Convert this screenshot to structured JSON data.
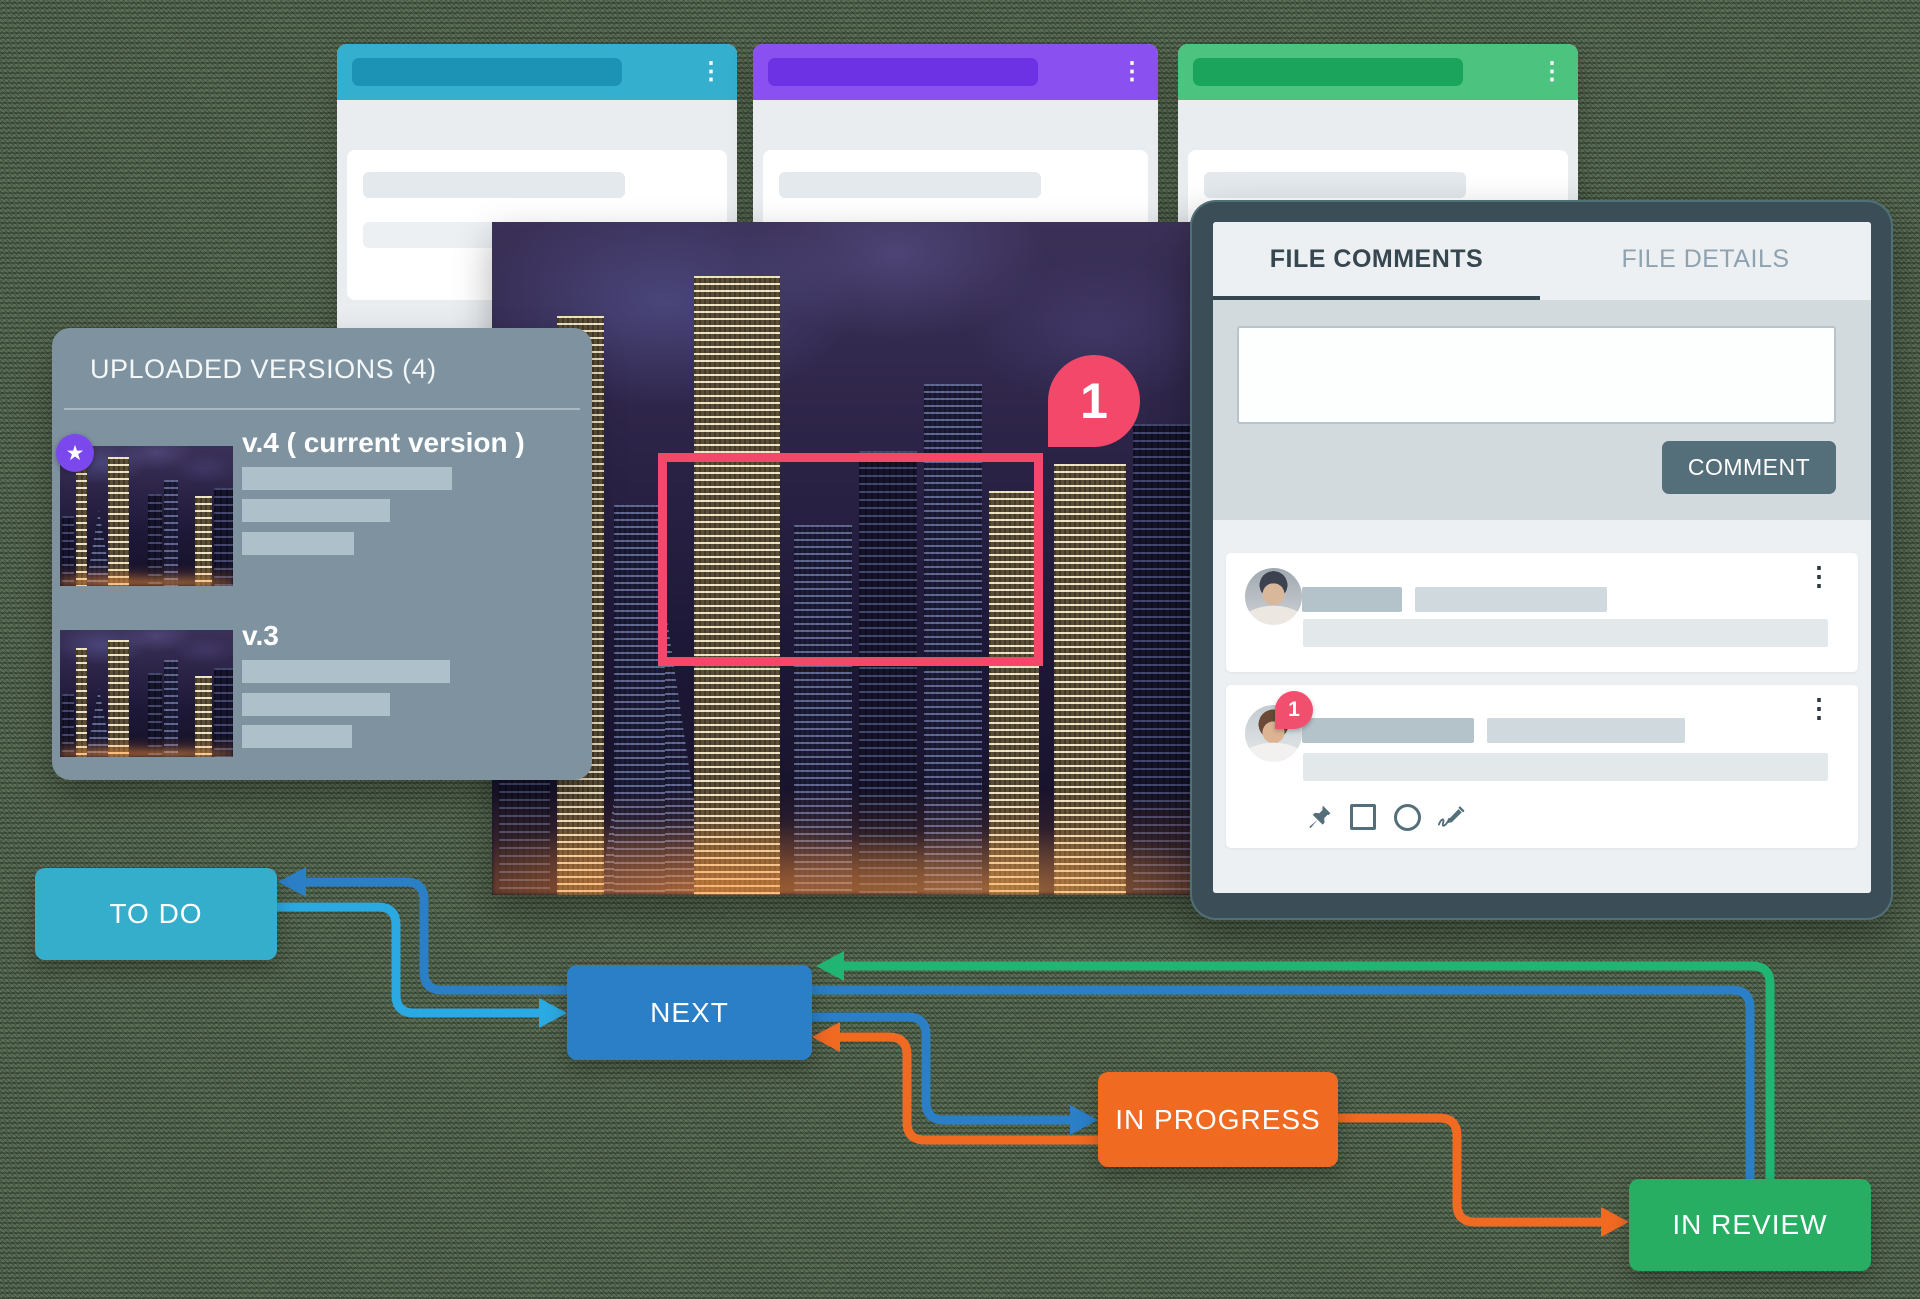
{
  "background_color": "#5e7159",
  "board": {
    "columns": [
      {
        "id": "column-1",
        "header_color": "#35AFCE",
        "title_bar_color": "#1C93B4"
      },
      {
        "id": "column-2",
        "header_color": "#8A50F0",
        "title_bar_color": "#6C32E4"
      },
      {
        "id": "column-3",
        "header_color": "#4CC480",
        "title_bar_color": "#1AA45C"
      }
    ]
  },
  "versions_panel": {
    "title": "UPLOADED VERSIONS (4)",
    "panel_color": "#7E939F",
    "items": [
      {
        "label": "v.4 ( current version )",
        "starred": true
      },
      {
        "label": "v.3",
        "starred": false
      }
    ]
  },
  "annotation": {
    "badge_count": "1",
    "box_color": "#F4486A"
  },
  "comments_panel": {
    "frame_color": "#3B4E57",
    "tabs": [
      {
        "label": "FILE COMMENTS",
        "active": true
      },
      {
        "label": "FILE DETAILS",
        "active": false
      }
    ],
    "comment_button_label": "COMMENT",
    "button_color": "#546E7A",
    "comments": [
      {
        "badge": ""
      },
      {
        "badge": "1"
      }
    ]
  },
  "workflow": {
    "nodes": [
      {
        "label": "TO DO",
        "color": "#35AECB"
      },
      {
        "label": "NEXT",
        "color": "#2B7FC7"
      },
      {
        "label": "IN PROGRESS",
        "color": "#F16A22"
      },
      {
        "label": "IN REVIEW",
        "color": "#27AE62"
      }
    ],
    "arrow_colors": {
      "dark_blue": "#2B7FC7",
      "light_blue": "#2BA9E2",
      "orange": "#F16A22",
      "green": "#21B573"
    }
  },
  "icons": {
    "kebab_menu": "⋮",
    "star": "★"
  }
}
